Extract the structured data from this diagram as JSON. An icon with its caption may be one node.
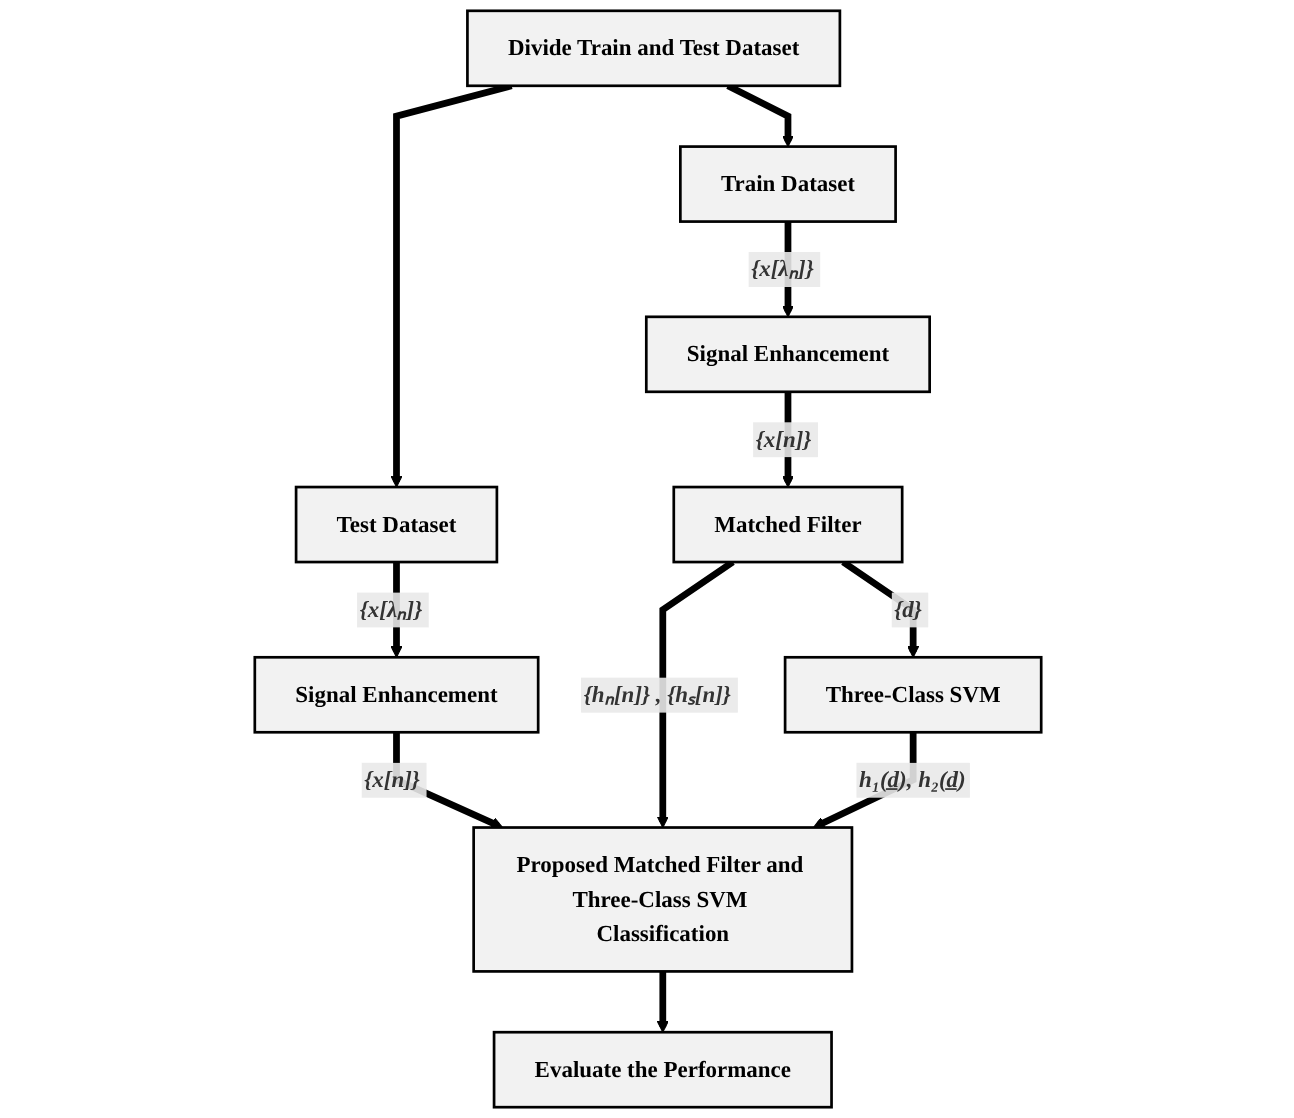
{
  "diagram": {
    "nodes": [
      {
        "text": [
          "Divide Train and Test Dataset"
        ]
      },
      {
        "text": [
          "Train Dataset"
        ]
      },
      {
        "text": [
          "Test Dataset"
        ]
      },
      {
        "text": [
          "Signal Enhancement"
        ]
      },
      {
        "text": [
          "Matched Filter"
        ]
      },
      {
        "text": [
          "Three-Class SVM"
        ]
      },
      {
        "text": [
          "Signal Enhancement"
        ]
      },
      {
        "text": [
          "Proposed Matched Filter and Three-Class SVM Classification"
        ]
      },
      {
        "text": [
          "Evaluate the Performance"
        ]
      }
    ],
    "edges": [
      {
        "from": 0,
        "to": 2,
        "arrow": "to"
      },
      {
        "from": 2,
        "to": 6,
        "arrow": "to",
        "label": "{x[λₙ]}"
      },
      {
        "from": 6,
        "to": 7,
        "arrow": "to",
        "label": "{x[n]}"
      },
      {
        "from": 0,
        "to": 1,
        "arrow": "to"
      },
      {
        "from": 1,
        "to": 3,
        "arrow": "to",
        "label": "{x[λₙ]}"
      },
      {
        "from": 3,
        "to": 4,
        "arrow": "to",
        "label": "{x[n]}"
      },
      {
        "from": 4,
        "to": 5,
        "arrow": "to",
        "label": "{d}"
      },
      {
        "from": 4,
        "to": 7,
        "arrow": "to",
        "label": "{hₙ[n]} , {hₛ[n]}"
      },
      {
        "from": 5,
        "to": 7,
        "arrow": "to",
        "label": "h₁(d̲), h₂(d̲)"
      },
      {
        "from": 7,
        "to": 8,
        "arrow": "to"
      }
    ]
  }
}
